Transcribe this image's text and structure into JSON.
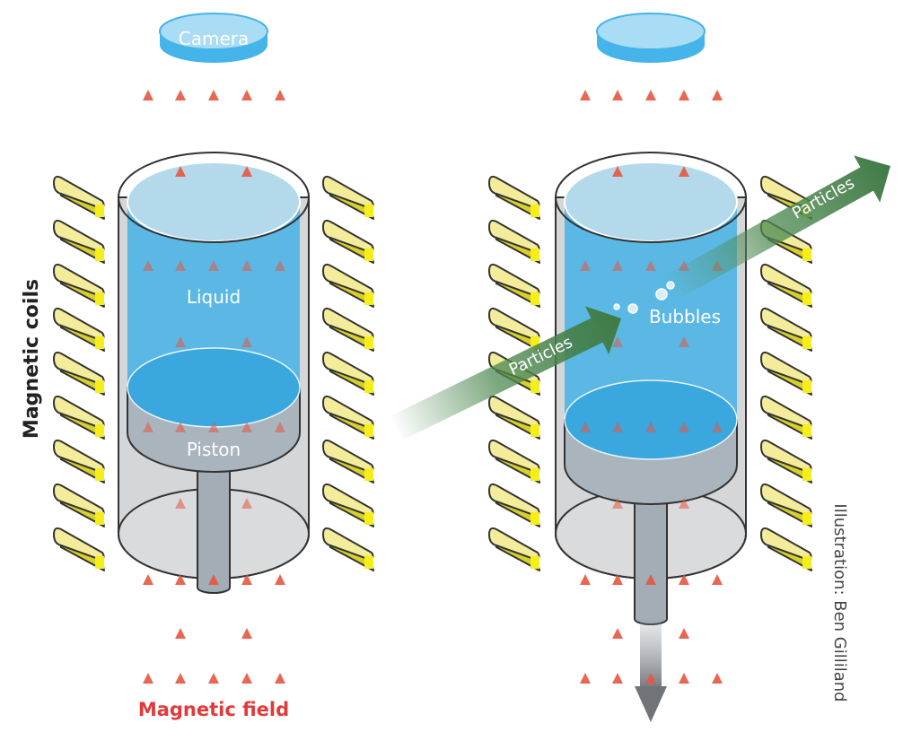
{
  "labels": {
    "camera": "Camera",
    "liquid": "Liquid",
    "piston": "Piston",
    "bubbles": "Bubbles",
    "particles_in": "Particles",
    "particles_out": "Particles",
    "magnetic_coils": "Magnetic coils",
    "magnetic_field": "Magnetic field",
    "credit": "Illustration: Ben Gilliland"
  },
  "colors": {
    "liquid": "#5bb8e4",
    "liquid_surface": "#3aa7df",
    "coil": "#e6dc3c",
    "field_line": "#e23a3a",
    "particles": "#4f8a52",
    "cylinder": "#d4d6d8",
    "piston": "#a9b4bd"
  },
  "panels": [
    {
      "state": "compressed"
    },
    {
      "state": "expanded"
    }
  ]
}
